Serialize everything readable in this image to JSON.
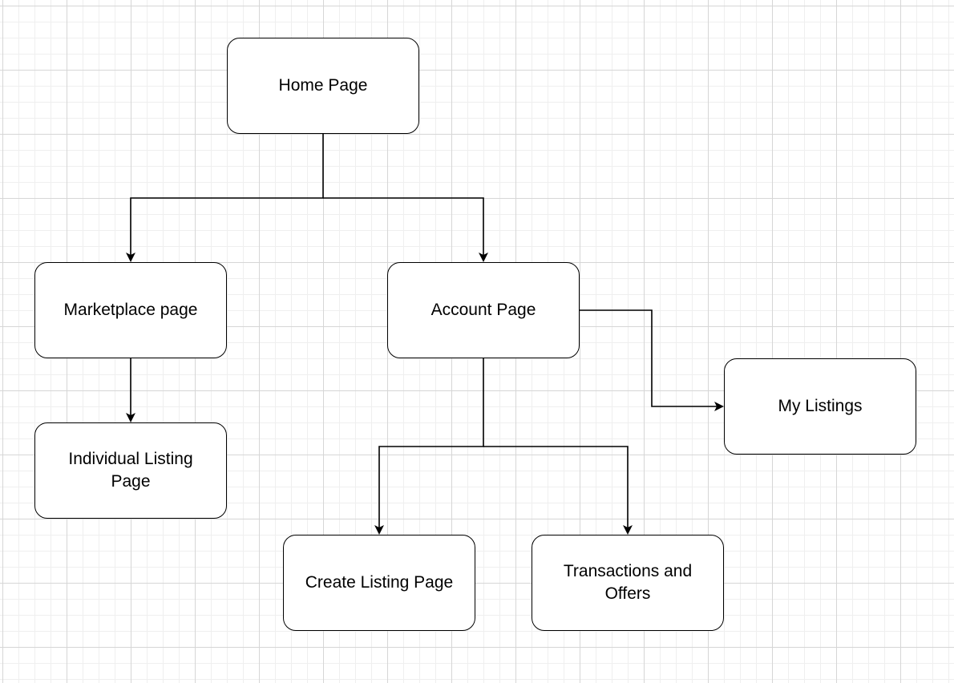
{
  "nodes": {
    "home": "Home Page",
    "marketplace": "Marketplace page",
    "account": "Account Page",
    "individual_listing": "Individual Listing Page",
    "my_listings": "My Listings",
    "create_listing": "Create Listing Page",
    "transactions": "Transactions and Offers"
  },
  "edges": [
    {
      "from": "home",
      "to": "marketplace"
    },
    {
      "from": "home",
      "to": "account"
    },
    {
      "from": "marketplace",
      "to": "individual_listing"
    },
    {
      "from": "account",
      "to": "my_listings"
    },
    {
      "from": "account",
      "to": "create_listing"
    },
    {
      "from": "account",
      "to": "transactions"
    }
  ],
  "colors": {
    "stroke": "#000000",
    "node_fill": "#ffffff",
    "grid_major": "#d6d6d6",
    "grid_minor": "#efefef"
  }
}
